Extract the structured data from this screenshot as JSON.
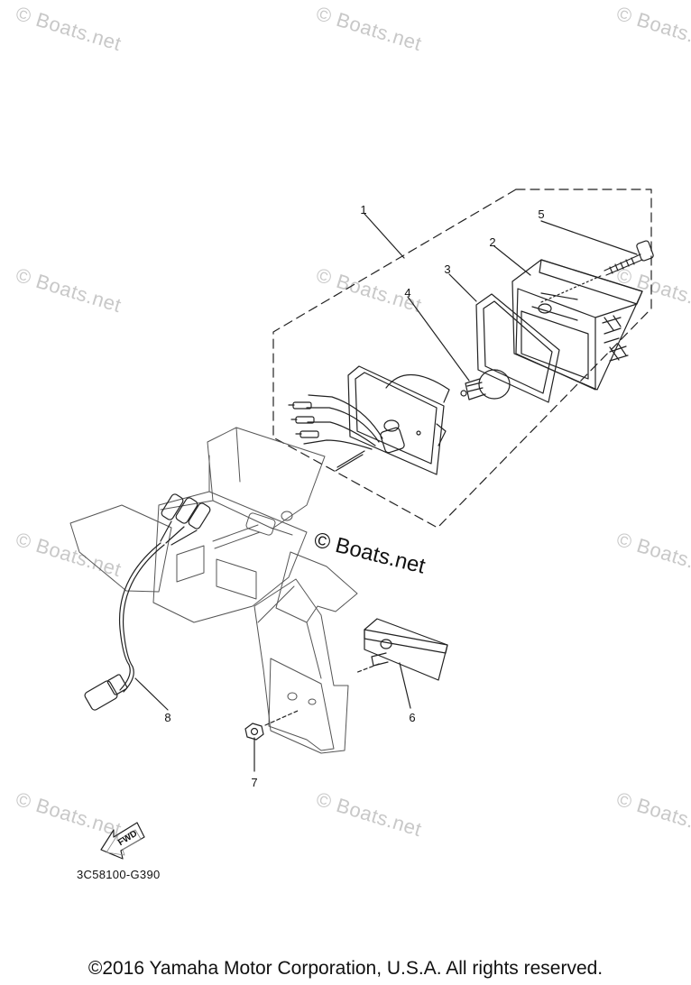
{
  "watermark_text": "© Boats.net",
  "center_watermark_text": "© Boats.net",
  "callouts": [
    "1",
    "2",
    "3",
    "4",
    "5",
    "6",
    "7",
    "8"
  ],
  "direction_label": "FWD",
  "figure_code": "3C58100-G390",
  "copyright": "©2016 Yamaha Motor Corporation, U.S.A. All rights reserved.",
  "colors": {
    "line": "#222222",
    "watermark": "#c8c8c8",
    "background": "#ffffff"
  }
}
